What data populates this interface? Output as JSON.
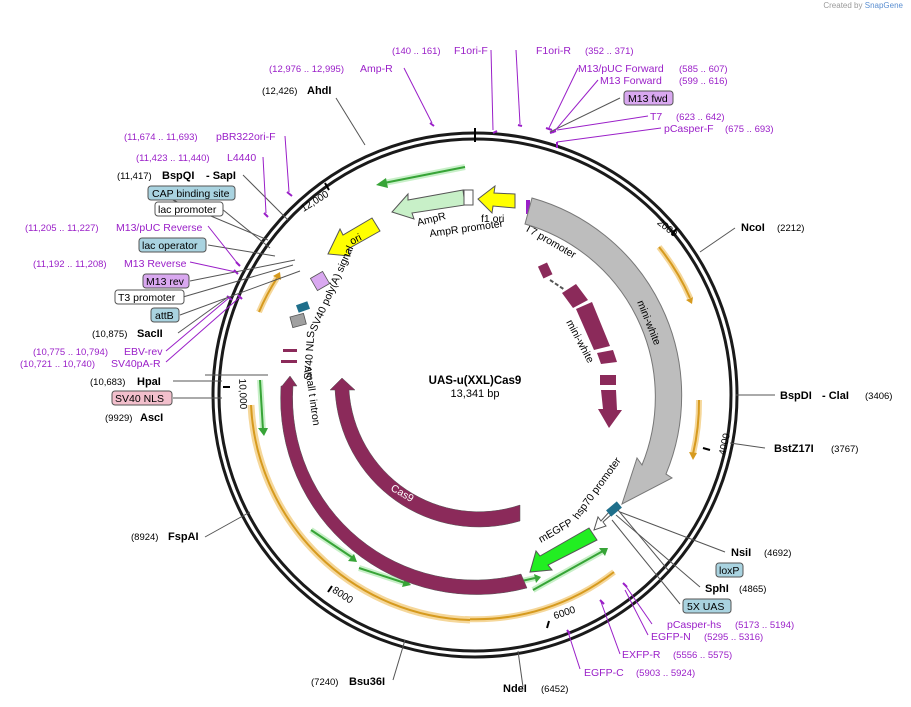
{
  "watermark": {
    "prefix": "Created by",
    "brand": "SnapGene"
  },
  "plasmid": {
    "name": "UAS-u(XXL)Cas9",
    "length_label": "13,341 bp"
  },
  "restriction_sites": [
    {
      "name": "AhdI",
      "pos": "(12,426)"
    },
    {
      "name": "BspQI",
      "extra": "- SapI",
      "pos": "(11,417)"
    },
    {
      "name": "SacII",
      "pos": "(10,875)"
    },
    {
      "name": "HpaI",
      "pos": "(10,683)"
    },
    {
      "name": "AscI",
      "pos": "(9929)"
    },
    {
      "name": "FspAI",
      "pos": "(8924)"
    },
    {
      "name": "Bsu36I",
      "pos": "(7240)"
    },
    {
      "name": "NdeI",
      "pos": "(6452)"
    },
    {
      "name": "NcoI",
      "pos": "(2212)"
    },
    {
      "name": "BspDI",
      "extra": "- ClaI",
      "pos": "(3406)"
    },
    {
      "name": "BstZ17I",
      "pos": "(3767)"
    },
    {
      "name": "NsiI",
      "pos": "(4692)"
    },
    {
      "name": "SphI",
      "pos": "(4865)"
    }
  ],
  "primers": [
    {
      "name": "F1ori-F",
      "pos": "(140 .. 161)"
    },
    {
      "name": "F1ori-R",
      "pos": "(352 .. 371)"
    },
    {
      "name": "Amp-R",
      "pos": "(12,976 .. 12,995)"
    },
    {
      "name": "M13/pUC Forward",
      "pos": "(585 .. 607)"
    },
    {
      "name": "M13 Forward",
      "pos": "(599 .. 616)"
    },
    {
      "name": "T7",
      "pos": "(623 .. 642)"
    },
    {
      "name": "pCasper-F",
      "pos": "(675 .. 693)"
    },
    {
      "name": "pBR322ori-F",
      "pos": "(11,674 .. 11,693)"
    },
    {
      "name": "L4440",
      "pos": "(11,423 .. 11,440)"
    },
    {
      "name": "M13/pUC Reverse",
      "pos": "(11,205 .. 11,227)"
    },
    {
      "name": "M13 Reverse",
      "pos": "(11,192 .. 11,208)"
    },
    {
      "name": "EBV-rev",
      "pos": "(10,775 .. 10,794)"
    },
    {
      "name": "SV40pA-R",
      "pos": "(10,721 .. 10,740)"
    },
    {
      "name": "pCasper-hs",
      "pos": "(5173 .. 5194)"
    },
    {
      "name": "EGFP-N",
      "pos": "(5295 .. 5316)"
    },
    {
      "name": "EXFP-R",
      "pos": "(5556 .. 5575)"
    },
    {
      "name": "EGFP-C",
      "pos": "(5903 .. 5924)"
    }
  ],
  "boxed_labels": [
    {
      "name": "M13 fwd",
      "color": "#d9a8f0"
    },
    {
      "name": "CAP binding site",
      "color": "#a9d3e0"
    },
    {
      "name": "lac promoter",
      "color": "#ffffff"
    },
    {
      "name": "lac operator",
      "color": "#a9d3e0"
    },
    {
      "name": "M13 rev",
      "color": "#d9a8f0"
    },
    {
      "name": "T3 promoter",
      "color": "#ffffff"
    },
    {
      "name": "attB",
      "color": "#a9d3e0"
    },
    {
      "name": "SV40 NLS",
      "color": "#f2bfcc"
    },
    {
      "name": "loxP",
      "color": "#a9d3e0"
    },
    {
      "name": "5X UAS",
      "color": "#a9d3e0"
    }
  ],
  "features": {
    "AmpR": "AmpR",
    "AmpR_promoter": "AmpR promoter",
    "f1_ori": "f1 ori",
    "ori": "ori",
    "T7_promoter": "T7 promoter",
    "mini_white_outer": "mini-white",
    "mini_white_inner": "mini-white",
    "hsp70_promoter": "hsp70 promoter",
    "mEGFP": "mEGFP",
    "Cas9_outer": "Cas9",
    "Cas9_inner": "Cas9",
    "SV40_polyA": "SV40 poly(A) signal",
    "SV40_NLS": "SV40 NLS",
    "small_t_intron": "small t intron"
  },
  "ticks": [
    "2000",
    "4000",
    "6000",
    "8000",
    "10,000",
    "12,000"
  ],
  "colors": {
    "primer": "#9a1fc8",
    "AmpR": "#c8f0c8",
    "f1_ori": "#ffffff",
    "ori": "#ffff00",
    "T7_promoter": "#ffffff",
    "mini_white_outer": "#bdbdbd",
    "mini_white_inner": "#8b2a5a",
    "hsp70": "#ffffff",
    "mEGFP": "#22ee22",
    "Cas9": "#8b2a5a",
    "orf_arrow": "#d69a1e",
    "orf_green": "#37a437"
  }
}
